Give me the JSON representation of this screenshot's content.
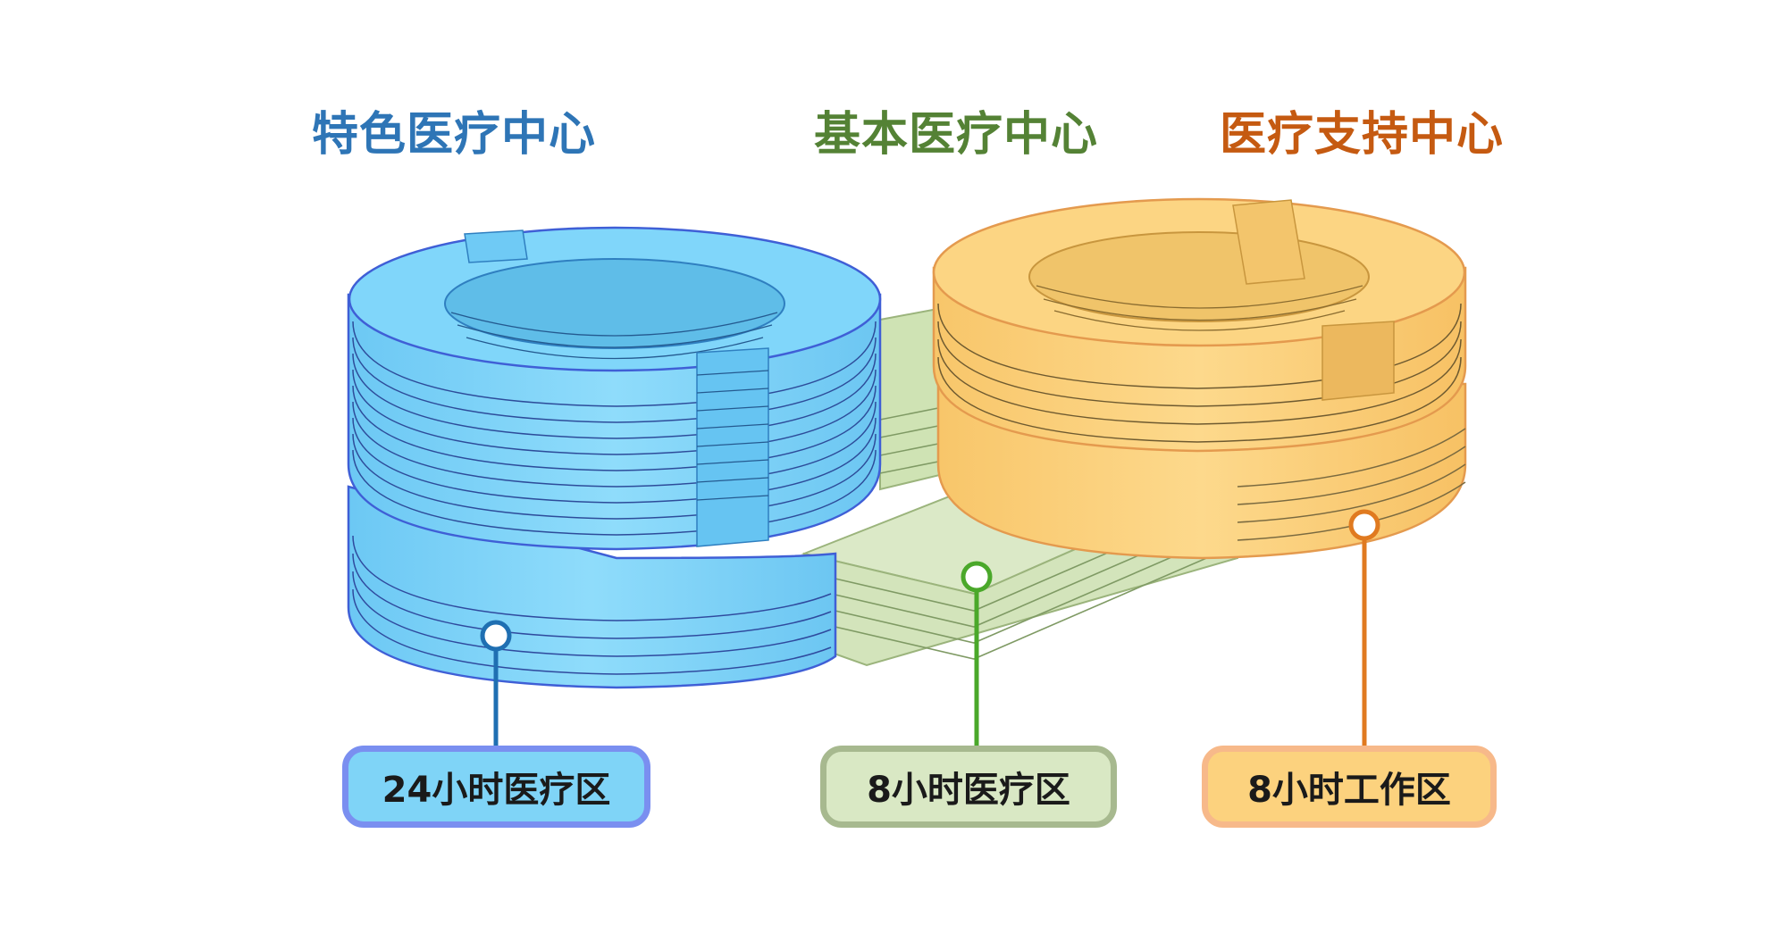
{
  "titles": {
    "left": {
      "text": "特色医疗中心",
      "color": "#2e75b6"
    },
    "center": {
      "text": "基本医疗中心",
      "color": "#548235"
    },
    "right": {
      "text": "医疗支持中心",
      "color": "#c55a11"
    }
  },
  "labels": {
    "left": "24小时医疗区",
    "center": "8小时医疗区",
    "right": "8小时工作区"
  },
  "colors": {
    "blue_fill": "#7fd6fa",
    "blue_edge": "#3f5fd6",
    "green_fill": "#d6e6bf",
    "green_edge": "#9bb47c",
    "orange_fill": "#fcd67f",
    "orange_edge": "#e49a4e",
    "leader_left": "#1f6fb2",
    "leader_center": "#4aa82a",
    "leader_right": "#e07a20"
  }
}
